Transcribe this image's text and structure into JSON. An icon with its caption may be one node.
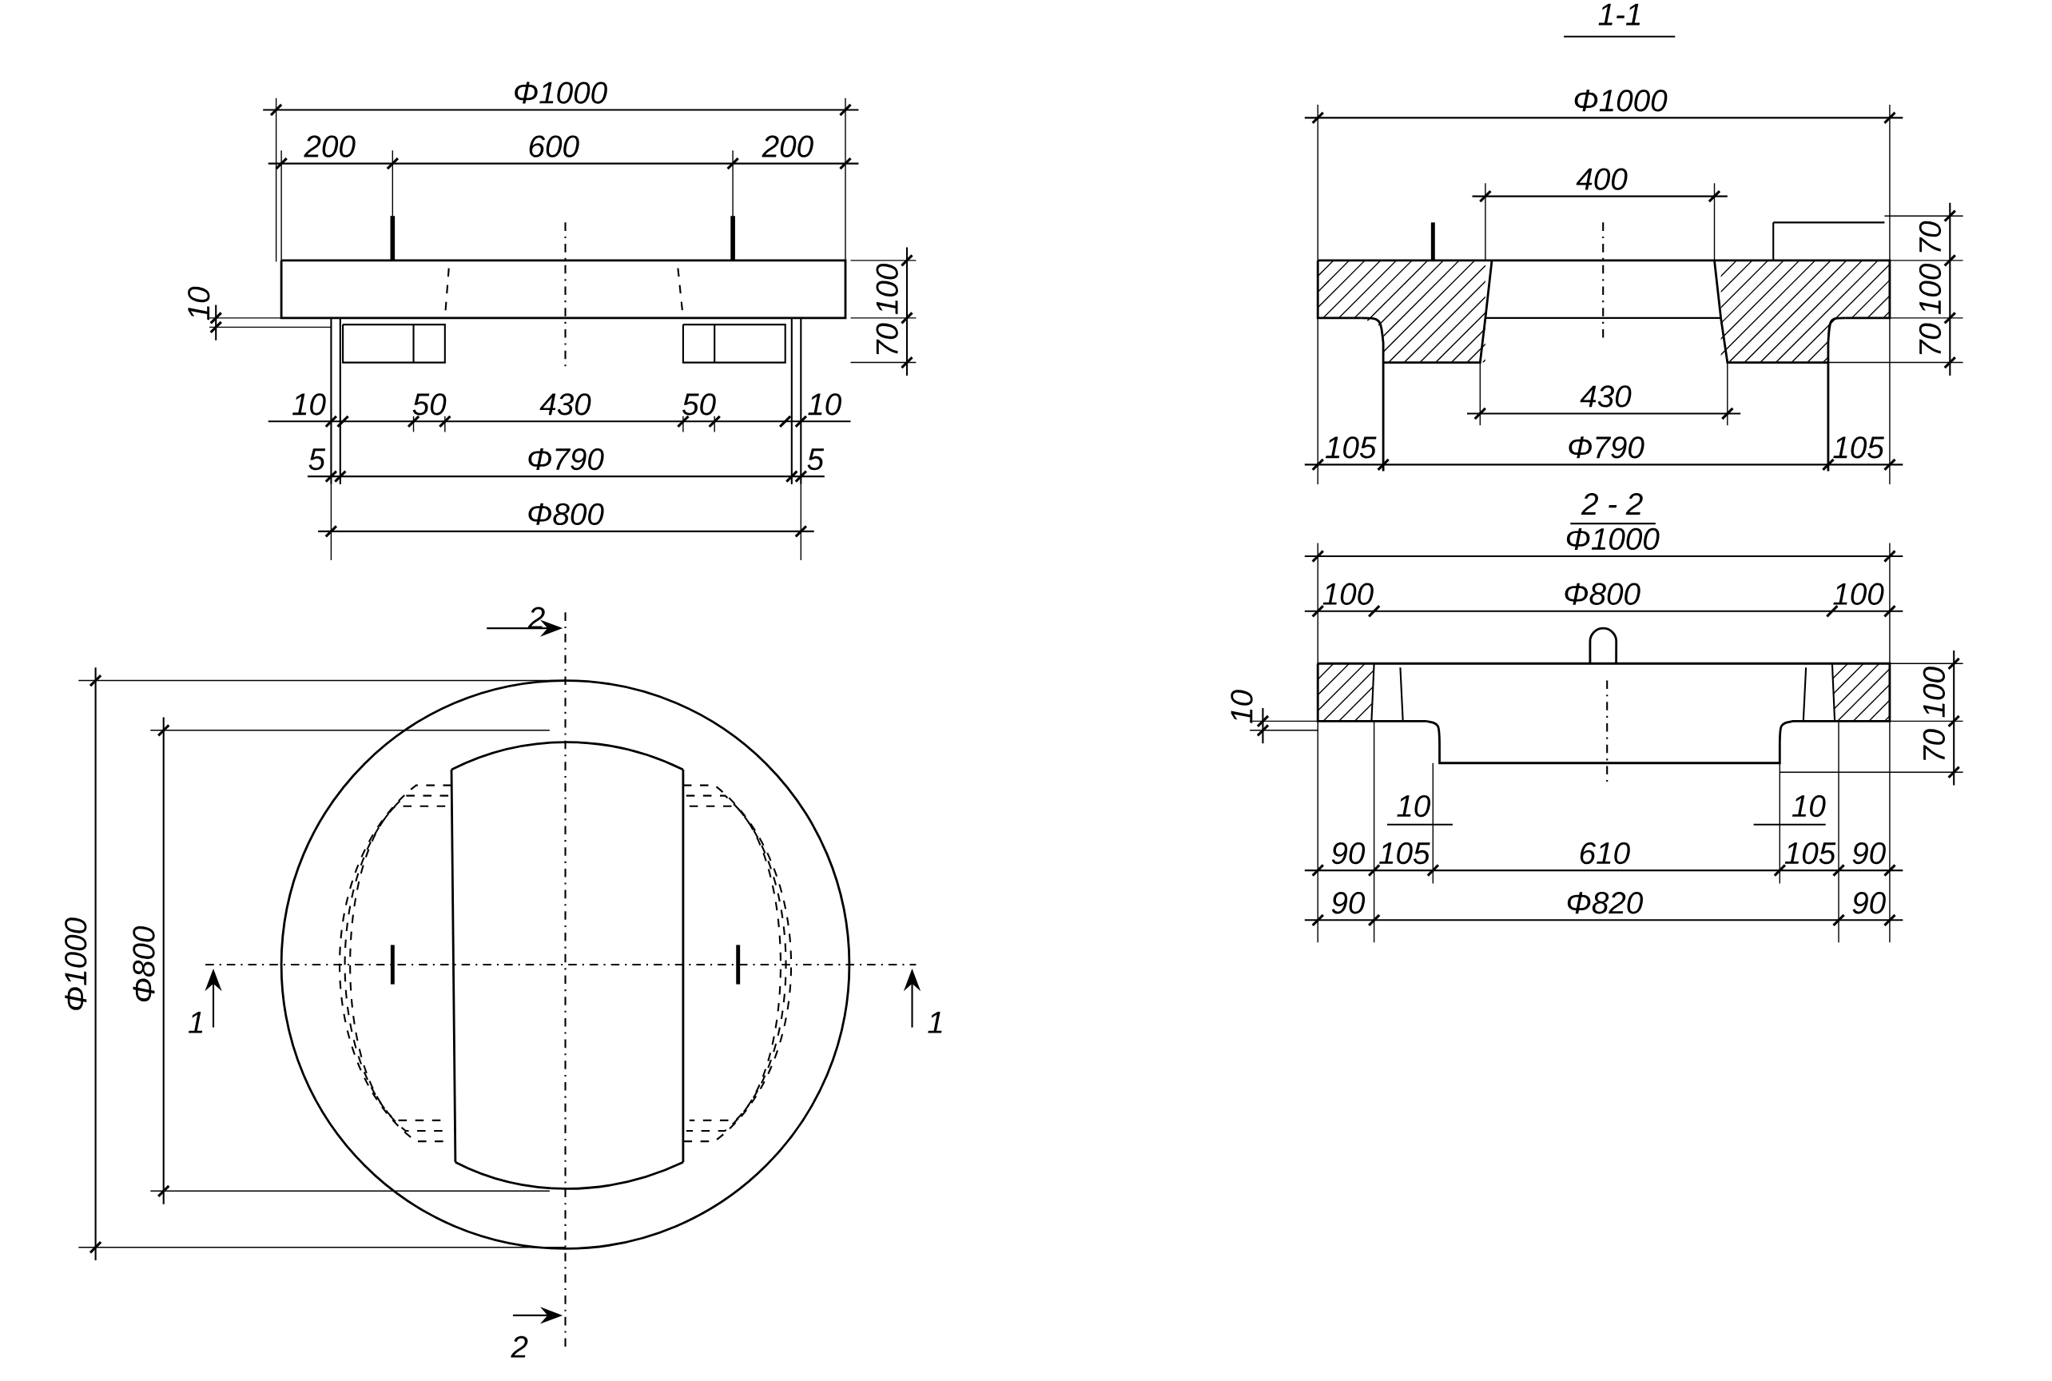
{
  "diagram": {
    "labels": [
      "Φ1000",
      "200",
      "600",
      "200",
      "10",
      "100",
      "70",
      "10",
      "50",
      "430",
      "50",
      "10",
      "5",
      "Φ790",
      "5",
      "Φ800",
      "2",
      "Φ1000",
      "Φ800",
      "1",
      "1",
      "2",
      "1-1",
      "Φ1000",
      "400",
      "70",
      "100",
      "70",
      "430",
      "105",
      "Φ790",
      "105",
      "2 - 2",
      "Φ1000",
      "100",
      "Φ800",
      "100",
      "10",
      "100",
      "70",
      "10",
      "10",
      "90",
      "105",
      "610",
      "105",
      "90",
      "90",
      "Φ820",
      "90"
    ]
  }
}
